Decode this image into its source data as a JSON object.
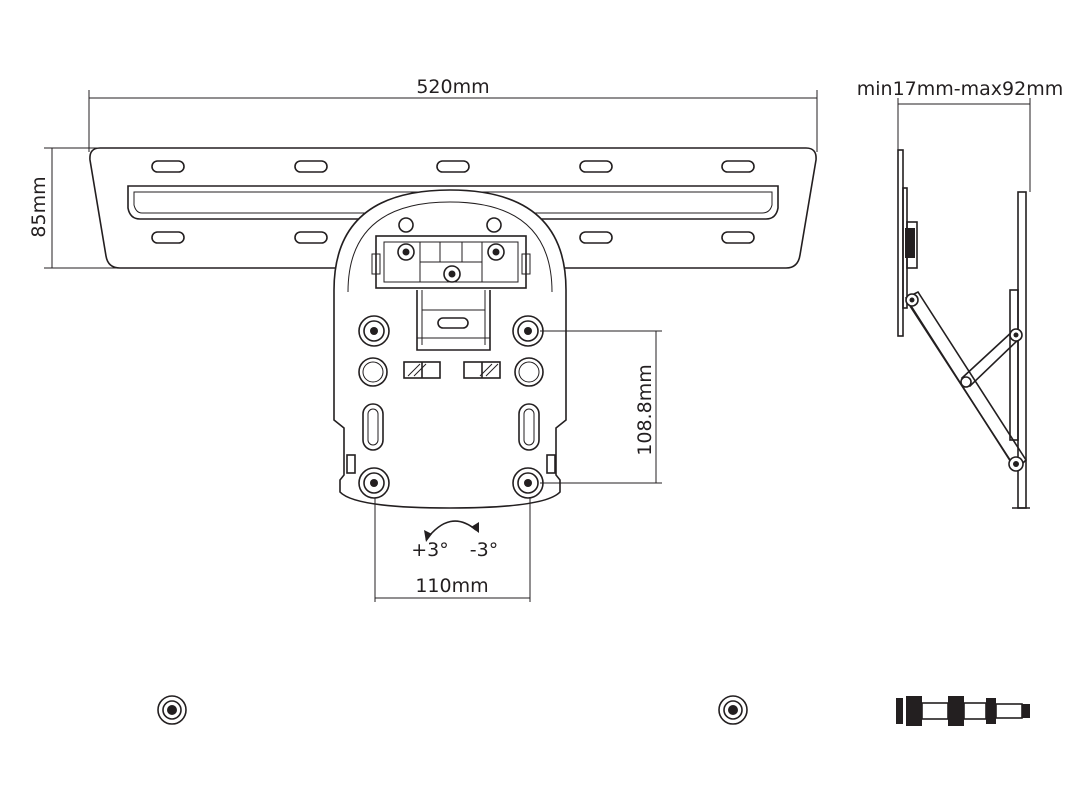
{
  "dimensions": {
    "width_label": "520mm",
    "height_label": "85mm",
    "depth_label": "min17mm-max92mm",
    "vertical_spacing_label": "108.8mm",
    "horizontal_spacing_label": "110mm",
    "tilt_plus_label": "+3°",
    "tilt_minus_label": "-3°"
  }
}
